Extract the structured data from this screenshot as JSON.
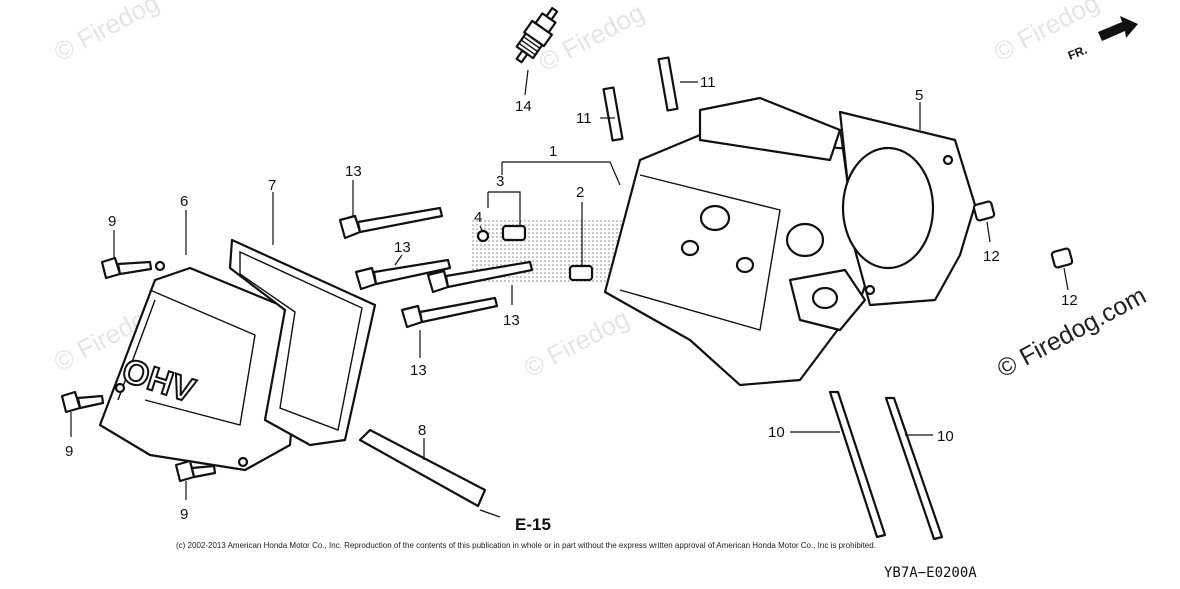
{
  "diagram": {
    "callouts": [
      {
        "id": "1",
        "label": "1"
      },
      {
        "id": "2",
        "label": "2"
      },
      {
        "id": "3",
        "label": "3"
      },
      {
        "id": "4",
        "label": "4"
      },
      {
        "id": "5",
        "label": "5"
      },
      {
        "id": "6",
        "label": "6"
      },
      {
        "id": "7",
        "label": "7"
      },
      {
        "id": "8",
        "label": "8"
      },
      {
        "id": "9a",
        "label": "9"
      },
      {
        "id": "9b",
        "label": "9"
      },
      {
        "id": "9c",
        "label": "9"
      },
      {
        "id": "10a",
        "label": "10"
      },
      {
        "id": "10b",
        "label": "10"
      },
      {
        "id": "11a",
        "label": "11"
      },
      {
        "id": "11b",
        "label": "11"
      },
      {
        "id": "12a",
        "label": "12"
      },
      {
        "id": "12b",
        "label": "12"
      },
      {
        "id": "13a",
        "label": "13"
      },
      {
        "id": "13b",
        "label": "13"
      },
      {
        "id": "13c",
        "label": "13"
      },
      {
        "id": "13d",
        "label": "13"
      },
      {
        "id": "14",
        "label": "14"
      }
    ],
    "cover_text": "OHV",
    "reference": "E-15",
    "direction_label": "FR.",
    "diagram_code": "YB7A−E0200A",
    "copyright": "(c) 2002-2013 American Honda Motor Co., Inc. Reproduction of the contents of this publication in whole or in part without the express written approval of American Honda Motor Co., Inc is prohibited.",
    "watermark": "© Firedog.com",
    "watermark_faint": "© Firedog"
  }
}
